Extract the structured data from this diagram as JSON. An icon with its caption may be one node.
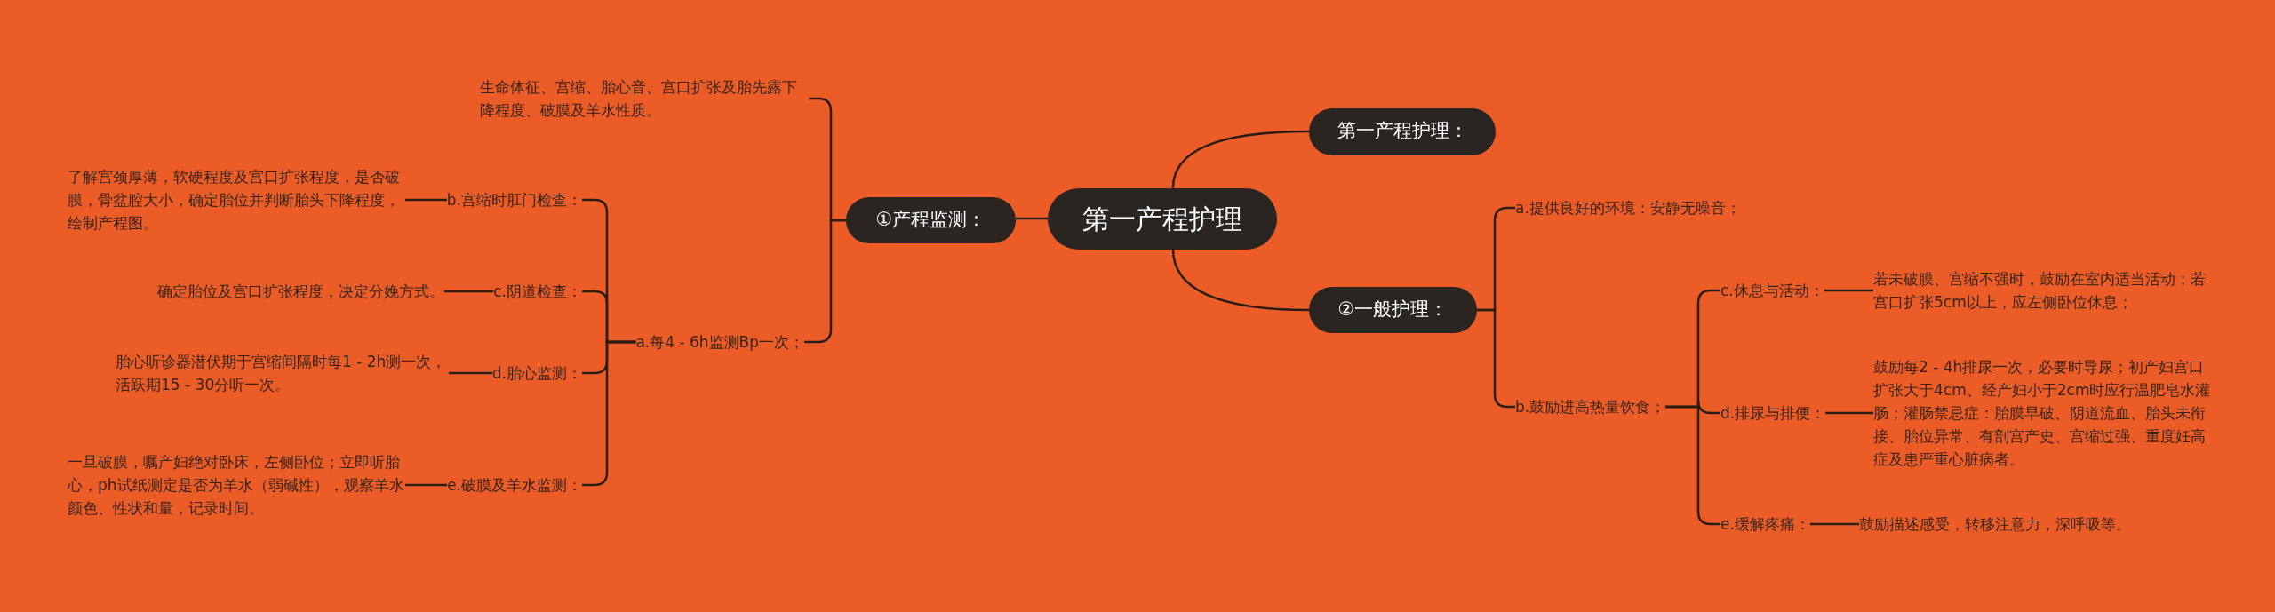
{
  "diagram": {
    "nodes": [
      {
        "text": [
          "第一产程护理"
        ]
      },
      {
        "text": [
          "第一产程护理："
        ]
      },
      {
        "text": [
          "①产程监测："
        ]
      },
      {
        "text": [
          "②一般护理："
        ]
      },
      {
        "text": [
          "生命体征、宫缩、胎心音、宫口扩张及胎先露下降程度、破膜及羊水性质。"
        ]
      },
      {
        "text": [
          "a.每4 - 6h监测Bp一次；"
        ]
      },
      {
        "text": [
          "b.宫缩时肛门检查："
        ]
      },
      {
        "text": [
          "了解宫颈厚薄，软硬程度及宫口扩张程度，是否破膜，骨盆腔大小，确定胎位并判断胎头下降程度，绘制产程图。"
        ]
      },
      {
        "text": [
          "c.阴道检查："
        ]
      },
      {
        "text": [
          "确定胎位及宫口扩张程度，决定分娩方式。"
        ]
      },
      {
        "text": [
          "d.胎心监测："
        ]
      },
      {
        "text": [
          "胎心听诊器潜伏期于宫缩间隔时每1 - 2h测一次，活跃期15 - 30分听一次。"
        ]
      },
      {
        "text": [
          "e.破膜及羊水监测："
        ]
      },
      {
        "text": [
          "一旦破膜，嘱产妇绝对卧床，左侧卧位；立即听胎心，ph试纸测定是否为羊水（弱碱性），观察羊水颜色、性状和量，记录时间。"
        ]
      },
      {
        "text": [
          "a.提供良好的环境：安静无噪音；"
        ]
      },
      {
        "text": [
          "b.鼓励进高热量饮食；"
        ]
      },
      {
        "text": [
          "c.休息与活动："
        ]
      },
      {
        "text": [
          "若未破膜、宫缩不强时，鼓励在室内适当活动；若宫口扩张5cm以上，应左侧卧位休息；"
        ]
      },
      {
        "text": [
          "d.排尿与排便："
        ]
      },
      {
        "text": [
          "鼓励每2 - 4h排尿一次，必要时导尿；初产妇宫口扩张大于4cm、经产妇小于2cm时应行温肥皂水灌肠；灌肠禁忌症：胎膜早破、阴道流血、胎头未衔接、胎位异常、有剖宫产史、宫缩过强、重度妊高症及患严重心脏病者。"
        ]
      },
      {
        "text": [
          "e.缓解疼痛："
        ]
      },
      {
        "text": [
          "鼓励描述感受，转移注意力，深呼吸等。"
        ]
      }
    ],
    "edges": [
      {
        "from": 0,
        "to": 1,
        "arrow": "none"
      },
      {
        "from": 0,
        "to": 2,
        "arrow": "none"
      },
      {
        "from": 0,
        "to": 3,
        "arrow": "none"
      },
      {
        "from": 2,
        "to": 4,
        "arrow": "none"
      },
      {
        "from": 2,
        "to": 5,
        "arrow": "none"
      },
      {
        "from": 5,
        "to": 6,
        "arrow": "none"
      },
      {
        "from": 6,
        "to": 7,
        "arrow": "none"
      },
      {
        "from": 5,
        "to": 8,
        "arrow": "none"
      },
      {
        "from": 8,
        "to": 9,
        "arrow": "none"
      },
      {
        "from": 5,
        "to": 10,
        "arrow": "none"
      },
      {
        "from": 10,
        "to": 11,
        "arrow": "none"
      },
      {
        "from": 5,
        "to": 12,
        "arrow": "none"
      },
      {
        "from": 12,
        "to": 13,
        "arrow": "none"
      },
      {
        "from": 3,
        "to": 14,
        "arrow": "none"
      },
      {
        "from": 3,
        "to": 15,
        "arrow": "none"
      },
      {
        "from": 15,
        "to": 16,
        "arrow": "none"
      },
      {
        "from": 16,
        "to": 17,
        "arrow": "none"
      },
      {
        "from": 15,
        "to": 18,
        "arrow": "none"
      },
      {
        "from": 18,
        "to": 19,
        "arrow": "none"
      },
      {
        "from": 15,
        "to": 20,
        "arrow": "none"
      },
      {
        "from": 20,
        "to": 21,
        "arrow": "none"
      }
    ]
  }
}
